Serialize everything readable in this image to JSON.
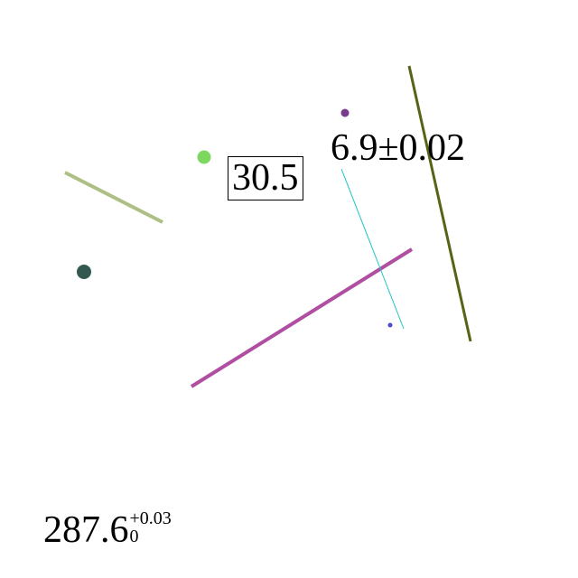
{
  "labels": {
    "boxed": "30.5",
    "plus_minus": "6.9±0.02",
    "sci_base": "287.6",
    "sci_sup": "+0.03",
    "sci_sub": "0"
  },
  "colors": {
    "background": "#ffffff",
    "text": "#000000",
    "segment_sage": "#aebf86",
    "segment_magenta": "#b04fa2",
    "segment_olive": "#5a6217",
    "segment_cyan": "#1fc4c4",
    "dot_green": "#7ed85f",
    "dot_dark_teal": "#33584f",
    "dot_purple": "#7a3a8e",
    "dot_blue": "#4a4ad0"
  }
}
